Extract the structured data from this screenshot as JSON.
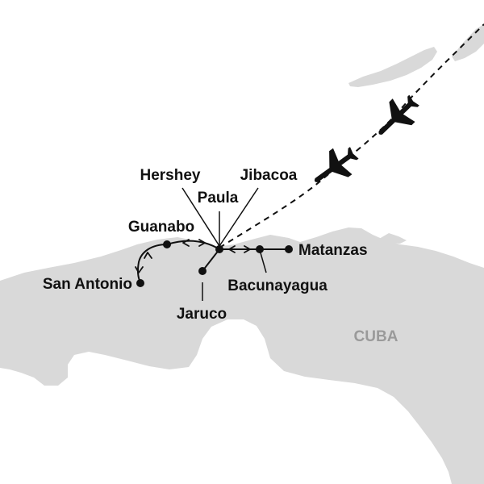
{
  "map": {
    "country_label": "CUBA",
    "places": {
      "hershey": "Hershey",
      "jibacoa": "Jibacoa",
      "paula": "Paula",
      "guanabo": "Guanabo",
      "matanzas": "Matanzas",
      "san_antonio": "San Antonio",
      "bacunayagua": "Bacunayagua",
      "jaruco": "Jaruco"
    },
    "colors": {
      "land": "#d9d9d9",
      "water": "#ffffff",
      "route": "#111111",
      "country_label": "#9a9a9a"
    },
    "icons": [
      "airplane-icon",
      "airplane-icon"
    ]
  }
}
